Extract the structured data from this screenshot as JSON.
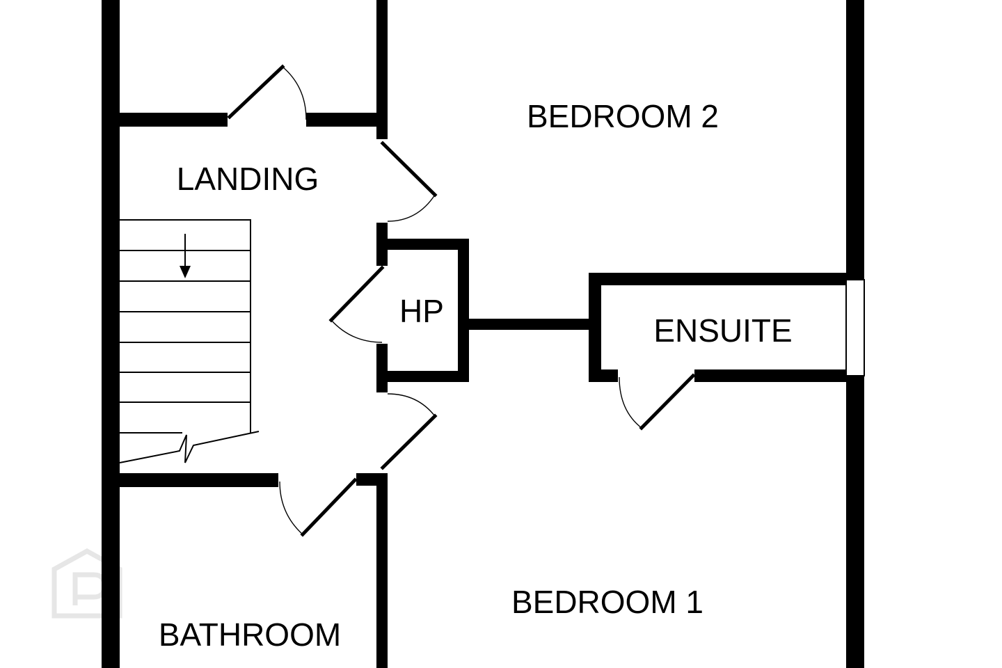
{
  "plan": {
    "rooms": {
      "landing": "LANDING",
      "bedroom2": "BEDROOM 2",
      "hp": "HP",
      "ensuite": "ENSUITE",
      "bedroom1": "BEDROOM 1",
      "bathroom": "BATHROOM"
    },
    "colors": {
      "wall": "#000000",
      "background": "#ffffff",
      "watermark": "#e6e6e6"
    },
    "watermark_icon": "house-p-logo-icon"
  }
}
